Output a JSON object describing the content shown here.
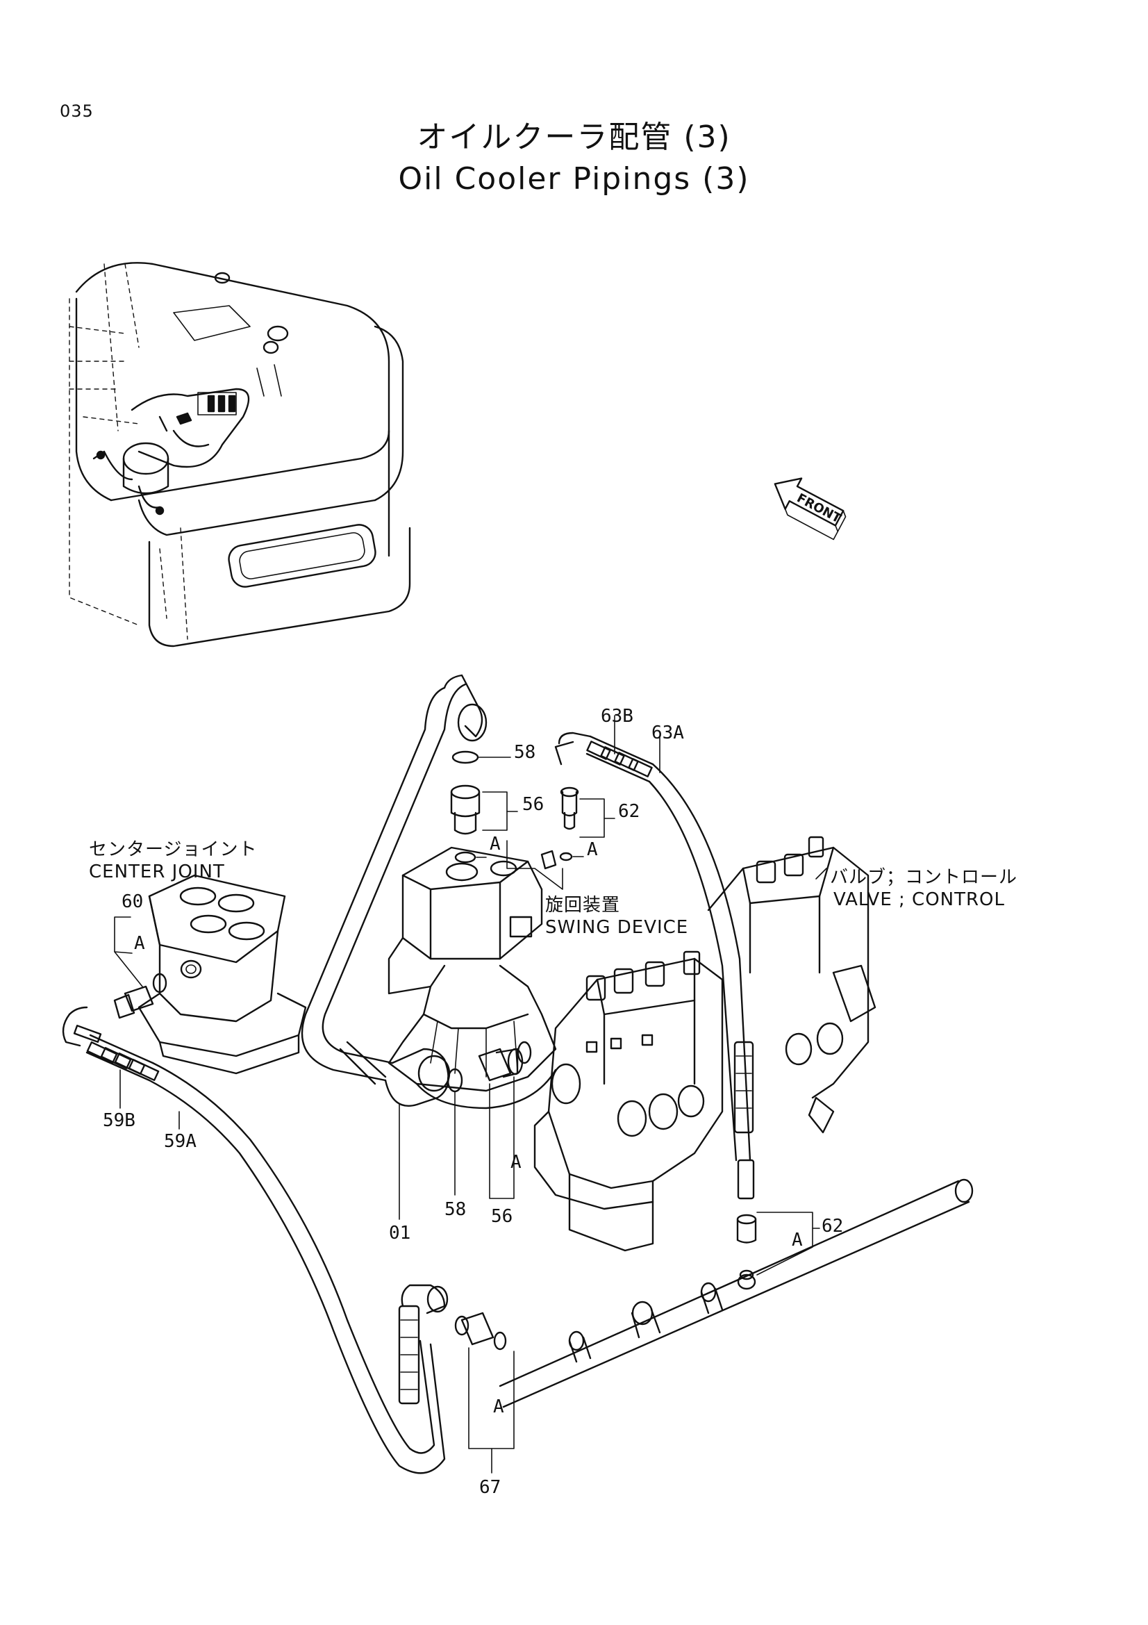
{
  "page_number": "035",
  "title_jp": "オイルクーラ配管 (3)",
  "title_en": "Oil Cooler Pipings (3)",
  "front_marker": "FRONT",
  "components": {
    "center_joint_jp": "センタージョイント",
    "center_joint_en": "CENTER JOINT",
    "swing_device_jp": "旋回装置",
    "swing_device_en": "SWING DEVICE",
    "valve_control_jp": "バルブ；コントロール",
    "valve_control_en": "VALVE ; CONTROL"
  },
  "callouts": [
    {
      "id": "c58a",
      "text": "58"
    },
    {
      "id": "c56a",
      "text": "56"
    },
    {
      "id": "cAa",
      "text": "A"
    },
    {
      "id": "c63b",
      "text": "63B"
    },
    {
      "id": "c63a",
      "text": "63A"
    },
    {
      "id": "c62a",
      "text": "62"
    },
    {
      "id": "cAb",
      "text": "A"
    },
    {
      "id": "c60",
      "text": "60"
    },
    {
      "id": "cAc",
      "text": "A"
    },
    {
      "id": "c59b",
      "text": "59B"
    },
    {
      "id": "c59a",
      "text": "59A"
    },
    {
      "id": "c01",
      "text": "01"
    },
    {
      "id": "c58b",
      "text": "58"
    },
    {
      "id": "c56b",
      "text": "56"
    },
    {
      "id": "cAd",
      "text": "A"
    },
    {
      "id": "c62b",
      "text": "62"
    },
    {
      "id": "cAe",
      "text": "A"
    },
    {
      "id": "cAf",
      "text": "A"
    },
    {
      "id": "c67",
      "text": "67"
    }
  ]
}
